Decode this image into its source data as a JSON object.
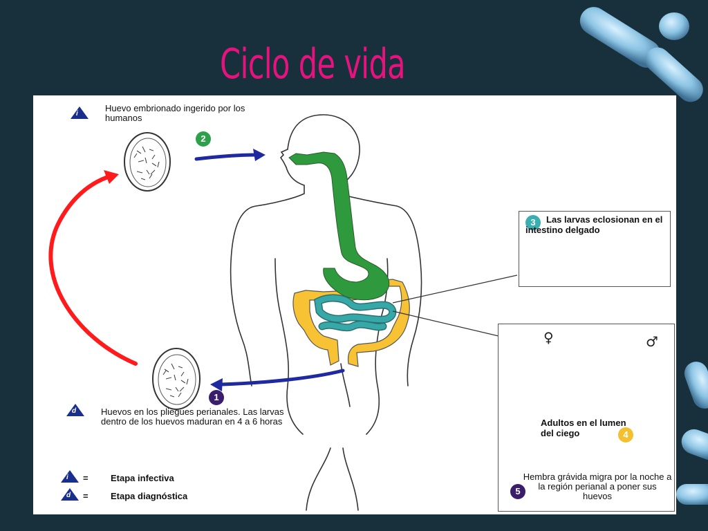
{
  "slide": {
    "title": "Ciclo de vida"
  },
  "diagram": {
    "infective_note": "Huevo embrionado ingerido por los humanos",
    "infective_symbol": "i",
    "diagnostic_symbol": "d",
    "step1_number": "1",
    "step1_text": "Huevos en los pliegues perianales. Las larvas dentro de los huevos maduran en 4 a 6 horas",
    "step2_number": "2",
    "step3_number": "3",
    "step3_text": "Las larvas eclosionan en el intestino delgado",
    "step4_number": "4",
    "step4_text": "Adultos en el lumen del ciego",
    "step5_number": "5",
    "step5_text": "Hembra grávida migra por la noche a la región perianal a poner sus huevos",
    "female_symbol": "♀",
    "male_symbol": "♂",
    "legend": {
      "equals": "=",
      "infective": "Etapa infectiva",
      "diagnostic": "Etapa diagnóstica"
    }
  },
  "colors": {
    "background": "#17303c",
    "title": "#e6137e",
    "arrow_blue": "#1f2aa0",
    "arrow_red": "#ff1b1b",
    "stomach_green": "#2e9a3d",
    "colon_yellow": "#f7c233",
    "small_intestine_teal": "#37a8a8",
    "badge_green": "#2da14a",
    "badge_teal": "#3aaeb0",
    "badge_yellow": "#f5c02f",
    "badge_purple": "#3a1d6b",
    "symbol_blue": "#1a2f8c"
  }
}
